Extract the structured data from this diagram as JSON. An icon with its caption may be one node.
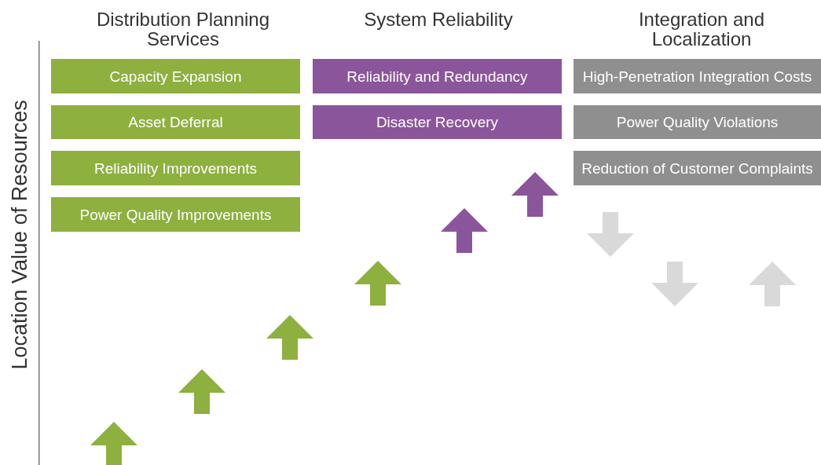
{
  "diagram": {
    "nodes": [
      {
        "text": [
          "Capacity Expansion"
        ]
      },
      {
        "text": [
          "Asset Deferral"
        ]
      },
      {
        "text": [
          "Reliability Improvements"
        ]
      },
      {
        "text": [
          "Power Quality Improvements"
        ]
      },
      {
        "text": [
          "Reliability and Redundancy"
        ]
      },
      {
        "text": [
          "Disaster Recovery"
        ]
      },
      {
        "text": [
          "High-Penetration Integration Costs"
        ]
      },
      {
        "text": [
          "Power Quality Violations"
        ]
      },
      {
        "text": [
          "Reduction of Customer Complaints"
        ]
      }
    ],
    "labels": [
      "Distribution Planning Services",
      "System Reliability",
      "Integration and Localization",
      "Location Value of Resources"
    ]
  }
}
